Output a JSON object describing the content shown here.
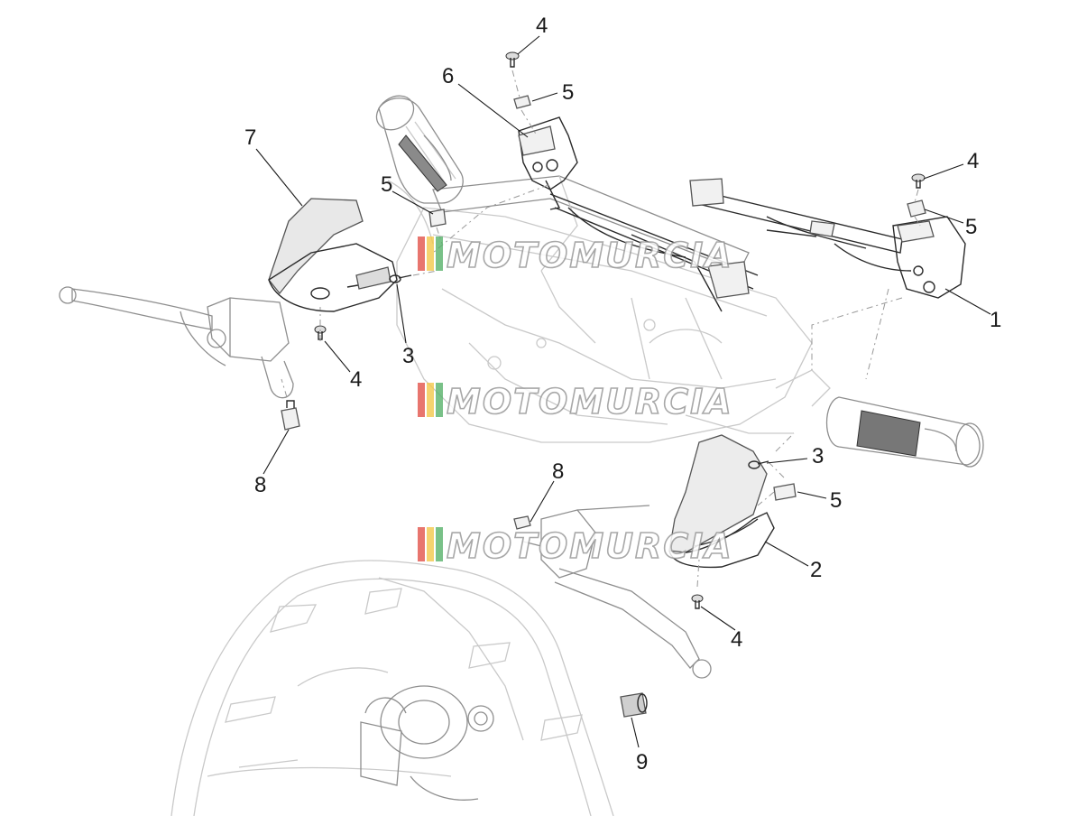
{
  "diagram": {
    "callouts": [
      {
        "id": "c1",
        "label": "1"
      },
      {
        "id": "c2",
        "label": "2"
      },
      {
        "id": "c3a",
        "label": "3"
      },
      {
        "id": "c3b",
        "label": "3"
      },
      {
        "id": "c4a",
        "label": "4"
      },
      {
        "id": "c4b",
        "label": "4"
      },
      {
        "id": "c4c",
        "label": "4"
      },
      {
        "id": "c4d",
        "label": "4"
      },
      {
        "id": "c5a",
        "label": "5"
      },
      {
        "id": "c5b",
        "label": "5"
      },
      {
        "id": "c5c",
        "label": "5"
      },
      {
        "id": "c5d",
        "label": "5"
      },
      {
        "id": "c6",
        "label": "6"
      },
      {
        "id": "c7",
        "label": "7"
      },
      {
        "id": "c8a",
        "label": "8"
      },
      {
        "id": "c8b",
        "label": "8"
      },
      {
        "id": "c9",
        "label": "9"
      }
    ]
  },
  "watermark": {
    "text": "MOTOMURCIA",
    "colors": [
      "#e2524a",
      "#f2c84b",
      "#58b26a"
    ]
  }
}
